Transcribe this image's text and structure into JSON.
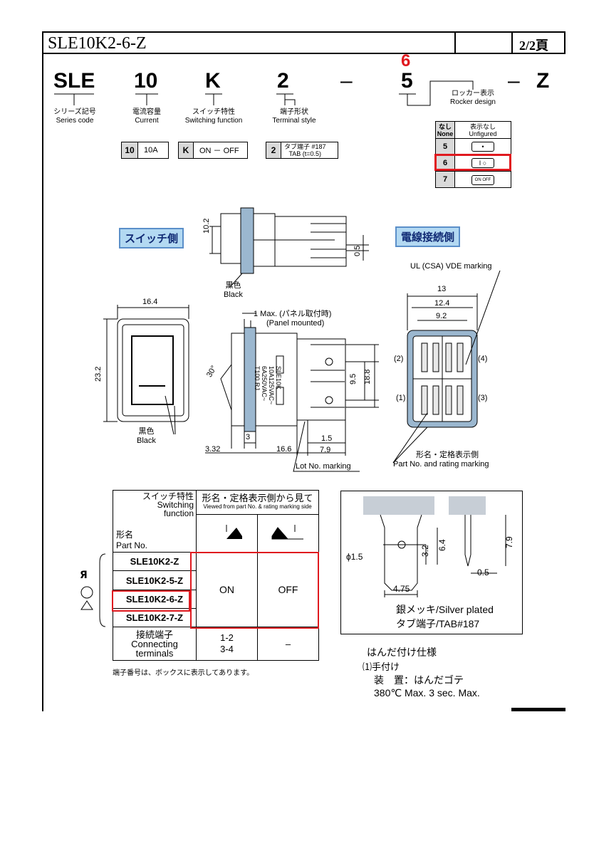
{
  "header": {
    "part_number": "SLE10K2-6-Z",
    "page": "2/2頁"
  },
  "code_breakdown": {
    "series": "SLE",
    "current": "10",
    "switching": "K",
    "terminal": "2",
    "dash1": "–",
    "rocker": "5",
    "dash2": "–",
    "suffix": "Z",
    "selected_rocker": "6",
    "series_label_jp": "シリーズ記号",
    "series_label_en": "Series code",
    "current_label_jp": "電流容量",
    "current_label_en": "Current",
    "switching_label_jp": "スイッチ特性",
    "switching_label_en": "Switching function",
    "terminal_label_jp": "端子形状",
    "terminal_label_en": "Terminal style",
    "rocker_label_jp": "ロッカー表示",
    "rocker_label_en": "Rocker design",
    "current_box": {
      "key": "10",
      "value": "10A"
    },
    "switching_box": {
      "key": "K",
      "value": "ON － OFF"
    },
    "terminal_box": {
      "key": "2",
      "value_jp": "タブ端子 #187",
      "value_en": "TAB (t=0.5)"
    },
    "rocker_table": {
      "col1_head_jp": "なし",
      "col1_head_en": "None",
      "col2_head_jp": "表示なし",
      "col2_head_en": "Unfigured",
      "rows": [
        {
          "code": "5",
          "symbol": "•"
        },
        {
          "code": "6",
          "symbol": "I ○"
        },
        {
          "code": "7",
          "symbol": "ON OFF"
        }
      ]
    }
  },
  "drawing": {
    "switch_side": "スイッチ側",
    "wire_side": "電線接続側",
    "ul_marking": "UL (CSA) VDE marking",
    "black_jp": "黒色",
    "black_en": "Black",
    "panel_jp": "1 Max. (パネル取付時)",
    "panel_en": "(Panel mounted)",
    "lot_no": "Lot No. marking",
    "part_no_jp": "形名・定格表示側",
    "part_no_en": "Part No. and rating marking",
    "dims": {
      "d10_2": "10.2",
      "d0_5": "0.5",
      "d16_4": "16.4",
      "d23_2": "23.2",
      "d30": "30°",
      "d3": "3",
      "d3_32": "3.32",
      "d16_6": "16.6",
      "d1_5": "1.5",
      "d7_9": "7.9",
      "d9_5": "9.5",
      "d18_8": "18.8",
      "d13": "13",
      "d12_4": "12.4",
      "d9_2": "9.2",
      "t2": "(2)",
      "t4": "(4)",
      "t1": "(1)",
      "t3": "(3)"
    },
    "marking_text": "SLE10K 10A125VAC~ 6A250VAC~ T100 RJ"
  },
  "switch_table": {
    "head_jp": "スイッチ特性",
    "head_en1": "Switching",
    "head_en2": "function",
    "view_jp": "形名・定格表示側から見て",
    "view_en": "Viewed from part No. & rating marking side",
    "part_jp": "形名",
    "part_en": "Part No.",
    "rows": [
      "SLE10K2-Z",
      "SLE10K2-5-Z",
      "SLE10K2-6-Z",
      "SLE10K2-7-Z"
    ],
    "on": "ON",
    "off": "OFF",
    "conn_jp": "接続端子",
    "conn_en1": "Connecting",
    "conn_en2": "terminals",
    "conn_on1": "1-2",
    "conn_on2": "3-4",
    "conn_off": "–",
    "footnote": "端子番号は、ボックスに表示してあります。"
  },
  "tab_detail": {
    "d_phi": "ϕ1.5",
    "d3_2": "3.2",
    "d6_4": "6.4",
    "d7_9": "7.9",
    "d0_5": "0.5",
    "d4_75": "4.75",
    "plated_jp": "銀メッキ/Silver plated",
    "tab_jp": "タブ端子/TAB#187"
  },
  "solder": {
    "title": "はんだ付け仕様",
    "item": "⑴手付け",
    "device": "装　置：はんだゴテ",
    "spec": "380℃ Max. 3 sec. Max."
  },
  "colors": {
    "highlight": "#e0191f",
    "accent_blue": "#5b8fc9",
    "body_gray": "#c7ced6"
  }
}
